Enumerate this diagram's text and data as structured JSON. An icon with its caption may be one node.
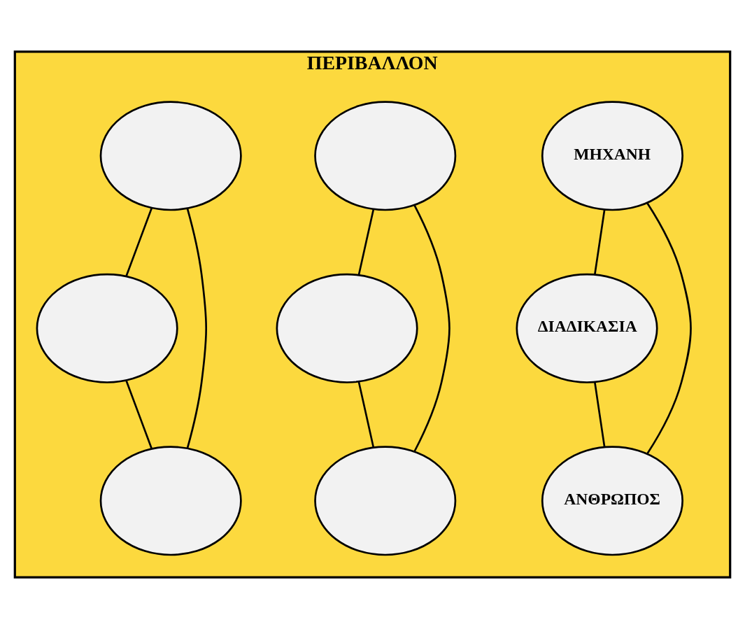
{
  "diagram": {
    "nodes": [
      {
        "text": [
          "ΠΕΡΙΒΑΛΛΟΝ"
        ]
      },
      {
        "text": [
          "ΜΗΧΑΝΗ"
        ],
        "in": 0
      },
      {
        "text": [],
        "shape": "ellipse",
        "in": 0
      },
      {
        "text": [],
        "shape": "ellipse",
        "in": 0
      },
      {
        "text": [
          "ΔΙΑΔΙΚΑΣΙΑ"
        ],
        "in": 0
      },
      {
        "text": [],
        "shape": "ellipse",
        "in": 0
      },
      {
        "text": [],
        "shape": "ellipse",
        "in": 0
      },
      {
        "text": [
          "ΑΝΘΡΩΠΟΣ"
        ],
        "in": 0
      },
      {
        "text": [],
        "shape": "ellipse",
        "in": 0
      },
      {
        "text": [],
        "shape": "ellipse",
        "in": 0
      }
    ],
    "edges": [
      {
        "from": 1,
        "to": 4,
        "arrow": "none"
      },
      {
        "from": 2,
        "to": 5,
        "arrow": "none"
      },
      {
        "from": 3,
        "to": 6,
        "arrow": "none"
      },
      {
        "from": 1,
        "to": 7,
        "arrow": "none"
      },
      {
        "from": 2,
        "to": 8,
        "arrow": "none"
      },
      {
        "from": 3,
        "to": 9,
        "arrow": "none"
      },
      {
        "from": 4,
        "to": 7,
        "arrow": "none"
      },
      {
        "from": 5,
        "to": 8,
        "arrow": "none"
      },
      {
        "from": 6,
        "to": 9,
        "arrow": "none"
      }
    ]
  }
}
